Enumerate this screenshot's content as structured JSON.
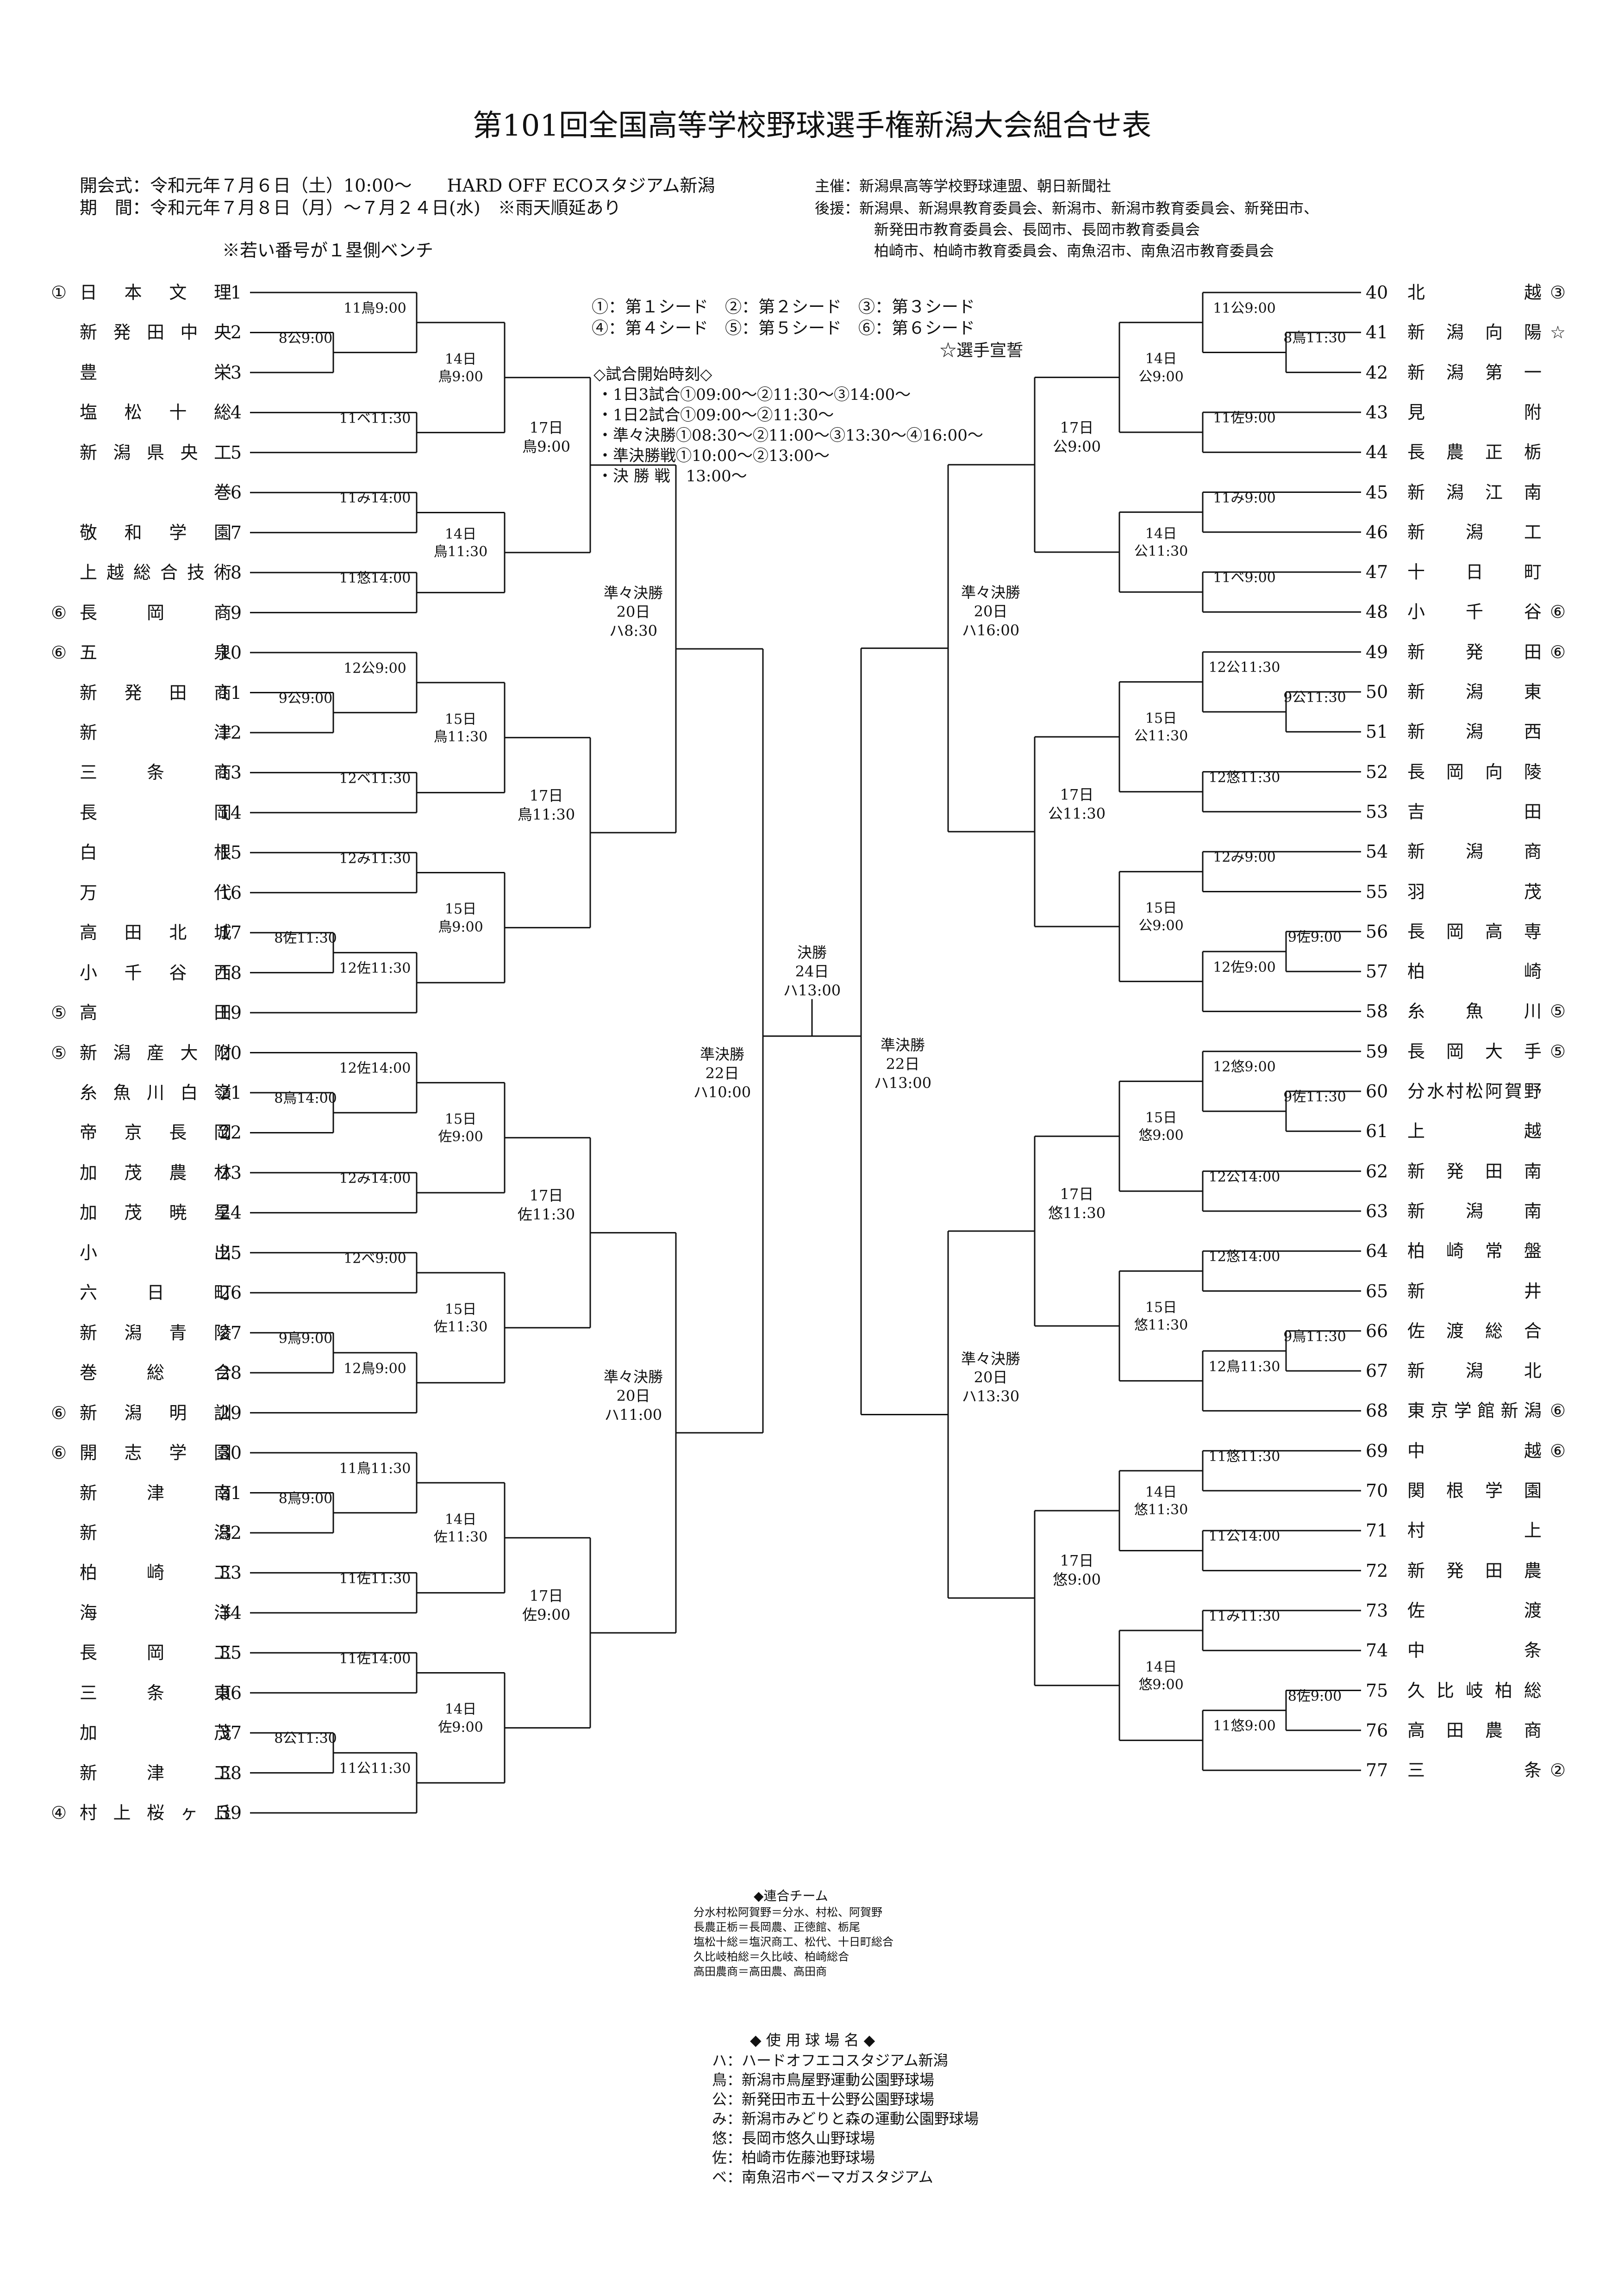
{
  "title": "第101回全国高等学校野球選手権新潟大会組合せ表",
  "header_left": [
    "開会式：令和元年７月６日（土）10:00～　　HARD OFF ECOスタジアム新潟",
    "期　間：令和元年７月８日（月）～７月２４日(水)　※雨天順延あり"
  ],
  "bench_note": "※若い番号が１塁側ベンチ",
  "header_right": [
    "主催：新潟県高等学校野球連盟、朝日新聞社",
    "後援：新潟県、新潟県教育委員会、新潟市、新潟市教育委員会、新発田市、",
    "新発田市教育委員会、長岡市、長岡市教育委員会",
    "柏崎市、柏崎市教育委員会、南魚沼市、南魚沼市教育委員会"
  ],
  "seed_legend": [
    "①：第１シード　②：第２シード　③：第３シード",
    "④：第４シード　⑤：第５シード　⑥：第６シード",
    "☆選手宣誓"
  ],
  "schedule_title": "◇試合開始時刻◇",
  "schedule": [
    "・1日3試合①09:00～②11:30～③14:00～",
    "・1日2試合①09:00～②11:30～",
    "・準々決勝①08:30～②11:00～③13:30～④16:00～",
    "・準決勝戦①10:00～②13:00～",
    "・決 勝 戦　13:00～"
  ],
  "left_teams": [
    {
      "n": "1",
      "name": "日本文理",
      "mark": "①"
    },
    {
      "n": "2",
      "name": "新発田中央",
      "mark": ""
    },
    {
      "n": "3",
      "name": "豊栄",
      "mark": ""
    },
    {
      "n": "4",
      "name": "塩松十総",
      "mark": ""
    },
    {
      "n": "5",
      "name": "新潟県央工",
      "mark": ""
    },
    {
      "n": "6",
      "name": "巻",
      "mark": ""
    },
    {
      "n": "7",
      "name": "敬和学園",
      "mark": ""
    },
    {
      "n": "8",
      "name": "上越総合技術",
      "mark": ""
    },
    {
      "n": "9",
      "name": "長岡商",
      "mark": "⑥"
    },
    {
      "n": "10",
      "name": "五泉",
      "mark": "⑥"
    },
    {
      "n": "11",
      "name": "新発田商",
      "mark": ""
    },
    {
      "n": "12",
      "name": "新津",
      "mark": ""
    },
    {
      "n": "13",
      "name": "三条商",
      "mark": ""
    },
    {
      "n": "14",
      "name": "長岡",
      "mark": ""
    },
    {
      "n": "15",
      "name": "白根",
      "mark": ""
    },
    {
      "n": "16",
      "name": "万代",
      "mark": ""
    },
    {
      "n": "17",
      "name": "高田北城",
      "mark": ""
    },
    {
      "n": "18",
      "name": "小千谷西",
      "mark": ""
    },
    {
      "n": "19",
      "name": "高田",
      "mark": "⑤"
    },
    {
      "n": "20",
      "name": "新潟産大附",
      "mark": "⑤"
    },
    {
      "n": "21",
      "name": "糸魚川白嶺",
      "mark": ""
    },
    {
      "n": "22",
      "name": "帝京長岡",
      "mark": ""
    },
    {
      "n": "23",
      "name": "加茂農林",
      "mark": ""
    },
    {
      "n": "24",
      "name": "加茂暁星",
      "mark": ""
    },
    {
      "n": "25",
      "name": "小出",
      "mark": ""
    },
    {
      "n": "26",
      "name": "六日町",
      "mark": ""
    },
    {
      "n": "27",
      "name": "新潟青陵",
      "mark": ""
    },
    {
      "n": "28",
      "name": "巻総合",
      "mark": ""
    },
    {
      "n": "29",
      "name": "新潟明訓",
      "mark": "⑥"
    },
    {
      "n": "30",
      "name": "開志学園",
      "mark": "⑥"
    },
    {
      "n": "31",
      "name": "新津南",
      "mark": ""
    },
    {
      "n": "32",
      "name": "新潟",
      "mark": ""
    },
    {
      "n": "33",
      "name": "柏崎工",
      "mark": ""
    },
    {
      "n": "34",
      "name": "海洋",
      "mark": ""
    },
    {
      "n": "35",
      "name": "長岡工",
      "mark": ""
    },
    {
      "n": "36",
      "name": "三条東",
      "mark": ""
    },
    {
      "n": "37",
      "name": "加茂",
      "mark": ""
    },
    {
      "n": "38",
      "name": "新津工",
      "mark": ""
    },
    {
      "n": "39",
      "name": "村上桜ヶ丘",
      "mark": "④"
    }
  ],
  "right_teams": [
    {
      "n": "40",
      "name": "北越",
      "mark": "③"
    },
    {
      "n": "41",
      "name": "新潟向陽",
      "mark": "☆"
    },
    {
      "n": "42",
      "name": "新潟第一",
      "mark": ""
    },
    {
      "n": "43",
      "name": "見附",
      "mark": ""
    },
    {
      "n": "44",
      "name": "長農正栃",
      "mark": ""
    },
    {
      "n": "45",
      "name": "新潟江南",
      "mark": ""
    },
    {
      "n": "46",
      "name": "新潟工",
      "mark": ""
    },
    {
      "n": "47",
      "name": "十日町",
      "mark": ""
    },
    {
      "n": "48",
      "name": "小千谷",
      "mark": "⑥"
    },
    {
      "n": "49",
      "name": "新発田",
      "mark": "⑥"
    },
    {
      "n": "50",
      "name": "新潟東",
      "mark": ""
    },
    {
      "n": "51",
      "name": "新潟西",
      "mark": ""
    },
    {
      "n": "52",
      "name": "長岡向陵",
      "mark": ""
    },
    {
      "n": "53",
      "name": "吉田",
      "mark": ""
    },
    {
      "n": "54",
      "name": "新潟商",
      "mark": ""
    },
    {
      "n": "55",
      "name": "羽茂",
      "mark": ""
    },
    {
      "n": "56",
      "name": "長岡高専",
      "mark": ""
    },
    {
      "n": "57",
      "name": "柏崎",
      "mark": ""
    },
    {
      "n": "58",
      "name": "糸魚川",
      "mark": "⑤"
    },
    {
      "n": "59",
      "name": "長岡大手",
      "mark": "⑤"
    },
    {
      "n": "60",
      "name": "分水村松阿賀野",
      "mark": ""
    },
    {
      "n": "61",
      "name": "上越",
      "mark": ""
    },
    {
      "n": "62",
      "name": "新発田南",
      "mark": ""
    },
    {
      "n": "63",
      "name": "新潟南",
      "mark": ""
    },
    {
      "n": "64",
      "name": "柏崎常盤",
      "mark": ""
    },
    {
      "n": "65",
      "name": "新井",
      "mark": ""
    },
    {
      "n": "66",
      "name": "佐渡総合",
      "mark": ""
    },
    {
      "n": "67",
      "name": "新潟北",
      "mark": ""
    },
    {
      "n": "68",
      "name": "東京学館新潟",
      "mark": "⑥"
    },
    {
      "n": "69",
      "name": "中越",
      "mark": "⑥"
    },
    {
      "n": "70",
      "name": "関根学園",
      "mark": ""
    },
    {
      "n": "71",
      "name": "村上",
      "mark": ""
    },
    {
      "n": "72",
      "name": "新発田農",
      "mark": ""
    },
    {
      "n": "73",
      "name": "佐渡",
      "mark": ""
    },
    {
      "n": "74",
      "name": "中条",
      "mark": ""
    },
    {
      "n": "75",
      "name": "久比岐柏総",
      "mark": ""
    },
    {
      "n": "76",
      "name": "高田農商",
      "mark": ""
    },
    {
      "n": "77",
      "name": "三条",
      "mark": "②"
    }
  ],
  "left_r1": [
    "8公9:00",
    "9公9:00",
    "8佐11:30",
    "8鳥14:00",
    "9鳥9:00",
    "8鳥9:00",
    "8公11:30"
  ],
  "left_r2": [
    "11鳥9:00",
    "11ベ11:30",
    "11み14:00",
    "11悠14:00",
    "12公9:00",
    "12ベ11:30",
    "12み11:30",
    "12佐11:30",
    "12佐14:00",
    "12み14:00",
    "12ベ9:00",
    "12鳥9:00",
    "11鳥11:30",
    "11佐11:30",
    "11佐14:00",
    "11公11:30"
  ],
  "left_r3": [
    [
      "14日",
      "鳥9:00"
    ],
    [
      "14日",
      "鳥11:30"
    ],
    [
      "15日",
      "鳥11:30"
    ],
    [
      "15日",
      "鳥9:00"
    ],
    [
      "15日",
      "佐9:00"
    ],
    [
      "15日",
      "佐11:30"
    ],
    [
      "14日",
      "佐11:30"
    ],
    [
      "14日",
      "佐9:00"
    ]
  ],
  "left_r4": [
    [
      "17日",
      "鳥9:00"
    ],
    [
      "17日",
      "鳥11:30"
    ],
    [
      "17日",
      "佐11:30"
    ],
    [
      "17日",
      "佐9:00"
    ]
  ],
  "left_qf": [
    [
      "準々決勝",
      "20日",
      "ハ8:30"
    ],
    [
      "準々決勝",
      "20日",
      "ハ11:00"
    ]
  ],
  "left_sf": [
    "準決勝",
    "22日",
    "ハ10:00"
  ],
  "right_r1": [
    "8鳥11:30",
    "9公11:30",
    "9佐9:00",
    "9佐11:30",
    "9鳥11:30",
    "8佐9:00"
  ],
  "right_r2": [
    "11公9:00",
    "11佐9:00",
    "11み9:00",
    "11ベ9:00",
    "12公11:30",
    "12悠11:30",
    "12み9:00",
    "12佐9:00",
    "12悠9:00",
    "12公14:00",
    "12悠14:00",
    "12鳥11:30",
    "11悠11:30",
    "11公14:00",
    "11み11:30",
    "11悠9:00"
  ],
  "right_r3": [
    [
      "14日",
      "公9:00"
    ],
    [
      "14日",
      "公11:30"
    ],
    [
      "15日",
      "公11:30"
    ],
    [
      "15日",
      "公9:00"
    ],
    [
      "15日",
      "悠9:00"
    ],
    [
      "15日",
      "悠11:30"
    ],
    [
      "14日",
      "悠11:30"
    ],
    [
      "14日",
      "悠9:00"
    ]
  ],
  "right_r4": [
    [
      "17日",
      "公9:00"
    ],
    [
      "17日",
      "公11:30"
    ],
    [
      "17日",
      "悠11:30"
    ],
    [
      "17日",
      "悠9:00"
    ]
  ],
  "right_qf": [
    [
      "準々決勝",
      "20日",
      "ハ16:00"
    ],
    [
      "準々決勝",
      "20日",
      "ハ13:30"
    ]
  ],
  "right_sf": [
    "準決勝",
    "22日",
    "ハ13:00"
  ],
  "final": [
    "決勝",
    "24日",
    "ハ13:00"
  ],
  "joint_title": "◆連合チーム",
  "joint": [
    "分水村松阿賀野＝分水、村松、阿賀野",
    "長農正栃＝長岡農、正徳館、栃尾",
    "塩松十総＝塩沢商工、松代、十日町総合",
    "久比岐柏総＝久比岐、柏崎総合",
    "高田農商＝高田農、高田商"
  ],
  "venue_title": "◆ 使 用 球 場 名 ◆",
  "venues": [
    "ハ：ハードオフエコスタジアム新潟",
    "鳥：新潟市鳥屋野運動公園野球場",
    "公：新発田市五十公野公園野球場",
    "み：新潟市みどりと森の運動公園野球場",
    "悠：長岡市悠久山野球場",
    "佐：柏崎市佐藤池野球場",
    "ベ：南魚沼市ベーマガスタジアム"
  ]
}
